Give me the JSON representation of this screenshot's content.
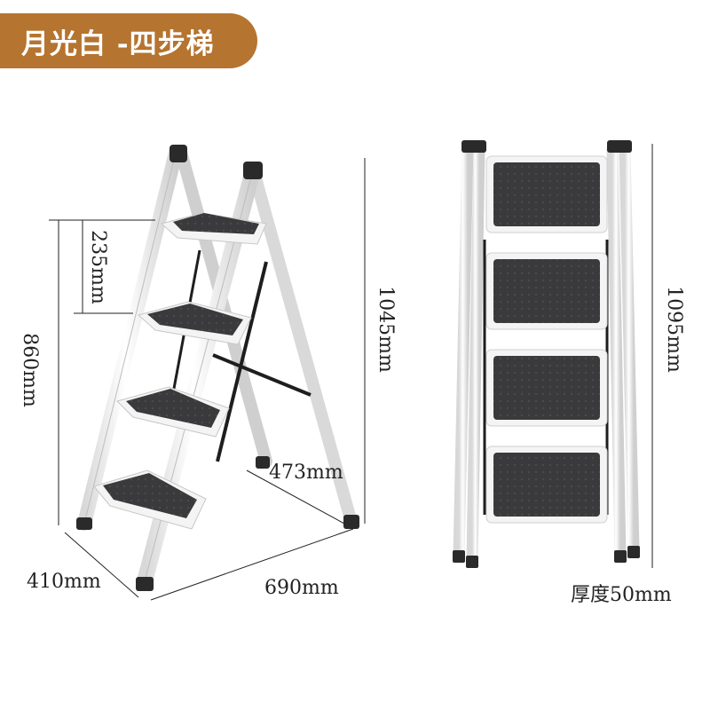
{
  "title": "月光白 -四步梯",
  "colors": {
    "accent": "#b5742f",
    "frame": "#f2f2f2",
    "tread": "#3a3a3c",
    "dimension_line": "#222222"
  },
  "dimensions": {
    "step_spacing": "235mm",
    "platform_height": "860mm",
    "unfolded_height": "1045mm",
    "rear_leg_spread": "473mm",
    "width": "410mm",
    "depth": "690mm",
    "folded_height": "1095mm",
    "folded_thickness": "厚度50mm"
  }
}
